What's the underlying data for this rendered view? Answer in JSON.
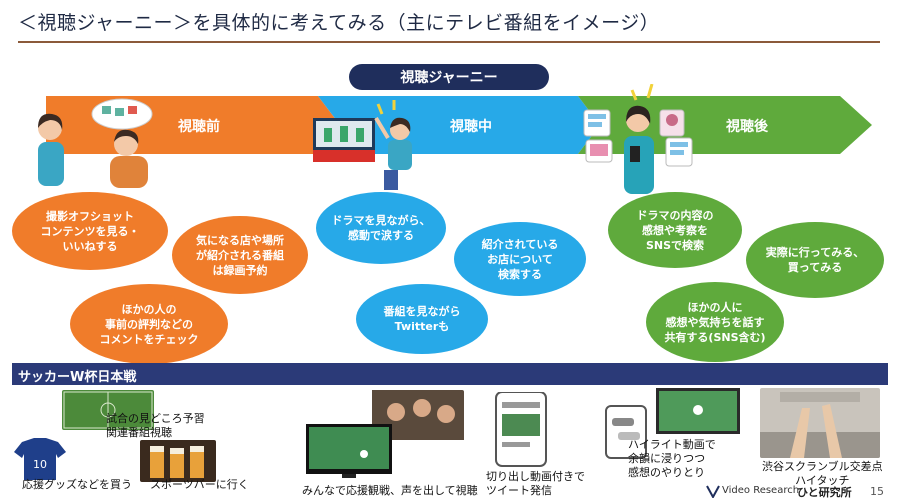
{
  "title": "＜視聴ジャーニー＞を具体的に考えてみる（主にテレビ番組をイメージ）",
  "journey_label": "視聴ジャーニー",
  "stages": [
    {
      "label": "視聴前",
      "color": "#f07c2a"
    },
    {
      "label": "視聴中",
      "color": "#27a9e8"
    },
    {
      "label": "視聴後",
      "color": "#5faa3c"
    }
  ],
  "bubbles": {
    "orange": [
      "撮影オフショット\nコンテンツを見る・\nいいねする",
      "気になる店や場所\nが紹介される番組\nは録画予約",
      "ほかの人の\n事前の評判などの\nコメントをチェック"
    ],
    "blue": [
      "ドラマを見ながら、\n感動で涙する",
      "紹介されている\nお店について\n検索する",
      "番組を見ながら\nTwitterも"
    ],
    "green": [
      "ドラマの内容の\n感想や考察を\nSNSで検索",
      "実際に行ってみる、\n買ってみる",
      "ほかの人に\n感想や気持ちを話す\n共有する(SNS含む)"
    ]
  },
  "bottom": {
    "header": "サッカーW杯日本戦",
    "captions": [
      "試合の見どころ予習\n関連番組視聴",
      "応援グッズなどを買う",
      "スポーツバーに行く",
      "みんなで応援観戦、声を出して視聴",
      "切り出し動画付きで\nツイート発信",
      "ハイライト動画で\n余韻に浸りつつ\n感想のやりとり",
      "渋谷スクランブル交差点\nハイタッチ"
    ],
    "jersey_number": "10"
  },
  "footer": {
    "logo_text": "Video Research",
    "brand": "ひと研究所",
    "page": "15"
  }
}
